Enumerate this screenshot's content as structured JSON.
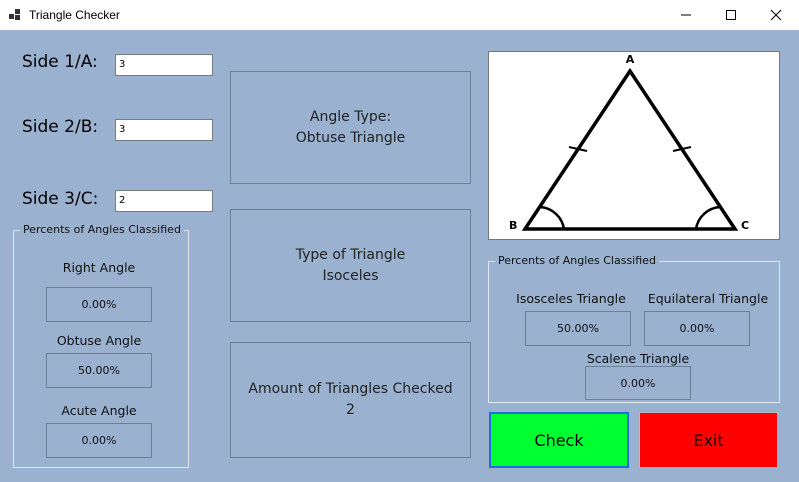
{
  "window": {
    "title": "Triangle Checker",
    "controls": {
      "minimize": "—",
      "maximize": "☐",
      "close": "✕"
    }
  },
  "inputs": {
    "side1": {
      "label": "Side 1/A:",
      "value": "3"
    },
    "side2": {
      "label": "Side 2/B:",
      "value": "3"
    },
    "side3": {
      "label": "Side 3/C:",
      "value": "2"
    }
  },
  "results": {
    "angle_type": {
      "line1": "Angle Type:",
      "line2": "Obtuse Triangle"
    },
    "triangle_type": {
      "line1": "Type of Triangle",
      "line2": "Isoceles"
    },
    "count": {
      "line1": "Amount of Triangles Checked",
      "line2": "2"
    }
  },
  "angle_percents": {
    "group_title": "Percents of Angles Classified",
    "right": {
      "label": "Right Angle",
      "value": "0.00%"
    },
    "obtuse": {
      "label": "Obtuse Angle",
      "value": "50.00%"
    },
    "acute": {
      "label": "Acute Angle",
      "value": "0.00%"
    }
  },
  "type_percents": {
    "group_title": "Percents of Angles Classified",
    "isosceles": {
      "label": "Isosceles Triangle",
      "value": "50.00%"
    },
    "equilateral": {
      "label": "Equilateral Triangle",
      "value": "0.00%"
    },
    "scalene": {
      "label": "Scalene Triangle",
      "value": "0.00%"
    }
  },
  "diagram": {
    "vertex_a": "A",
    "vertex_b": "B",
    "vertex_c": "C"
  },
  "buttons": {
    "check": {
      "label": "Check",
      "color": "#00ff30"
    },
    "exit": {
      "label": "Exit",
      "color": "#ff0000"
    }
  }
}
